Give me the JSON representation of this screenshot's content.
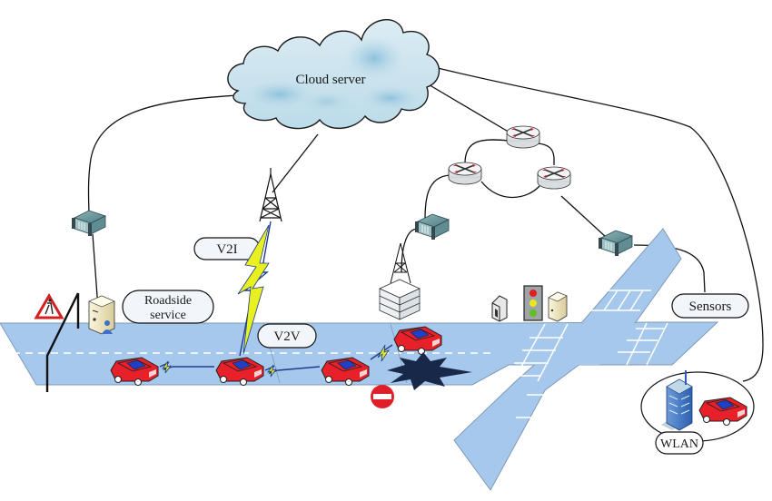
{
  "diagram": {
    "title": "Vehicular network architecture",
    "labels": {
      "cloud": "Cloud server",
      "roadside": [
        "Roadside",
        "service"
      ],
      "v2i": "V2I",
      "v2v": "V2V",
      "sensors": "Sensors",
      "wlan": "WLAN"
    },
    "nodes": [
      {
        "id": "cloud-server",
        "type": "cloud",
        "label": "Cloud server"
      },
      {
        "id": "server-left",
        "type": "rack-server"
      },
      {
        "id": "roadside-unit",
        "type": "pc-with-user",
        "label": "Roadside service"
      },
      {
        "id": "cell-tower",
        "type": "antenna-tower"
      },
      {
        "id": "router-top",
        "type": "router"
      },
      {
        "id": "router-left",
        "type": "router"
      },
      {
        "id": "router-right",
        "type": "router"
      },
      {
        "id": "server-middle",
        "type": "rack-server"
      },
      {
        "id": "server-right",
        "type": "rack-server"
      },
      {
        "id": "building-tower",
        "type": "building-with-antenna"
      },
      {
        "id": "traffic-light",
        "type": "traffic-light"
      },
      {
        "id": "camera",
        "type": "camera"
      },
      {
        "id": "roadside-pc",
        "type": "pc"
      },
      {
        "id": "wlan-zone",
        "type": "building-and-car",
        "label": "WLAN"
      },
      {
        "id": "car-1",
        "type": "car"
      },
      {
        "id": "car-2",
        "type": "car"
      },
      {
        "id": "car-3",
        "type": "car"
      },
      {
        "id": "car-4",
        "type": "car"
      },
      {
        "id": "pothole",
        "type": "hazard"
      },
      {
        "id": "no-entry-sign",
        "type": "sign"
      },
      {
        "id": "pedestrian-sign",
        "type": "sign"
      }
    ],
    "edges": [
      {
        "from": "cloud-server",
        "to": "server-left"
      },
      {
        "from": "server-left",
        "to": "roadside-unit"
      },
      {
        "from": "cloud-server",
        "to": "cell-tower"
      },
      {
        "from": "cloud-server",
        "to": "router-top"
      },
      {
        "from": "cloud-server",
        "to": "wlan-zone"
      },
      {
        "from": "router-top",
        "to": "router-left"
      },
      {
        "from": "router-top",
        "to": "router-right"
      },
      {
        "from": "router-left",
        "to": "router-right"
      },
      {
        "from": "router-left",
        "to": "server-middle"
      },
      {
        "from": "server-middle",
        "to": "building-tower"
      },
      {
        "from": "router-right",
        "to": "server-right"
      },
      {
        "from": "server-right",
        "to": "sensors"
      },
      {
        "from": "cell-tower",
        "to": "car-2",
        "kind": "wireless",
        "label": "V2I"
      },
      {
        "from": "car-1",
        "to": "car-2",
        "kind": "wireless"
      },
      {
        "from": "car-2",
        "to": "car-3",
        "kind": "wireless",
        "label": "V2V"
      },
      {
        "from": "car-3",
        "to": "car-4",
        "kind": "wireless"
      }
    ],
    "colors": {
      "road": "#a6c8ec",
      "road_edge": "#7f9ab5",
      "cloud": "#cfe6f0",
      "car_body": "#e8202a",
      "car_roof": "#1e3fc8",
      "bolt": "#e8f020",
      "pothole": "#182848",
      "label_fill": "#f2f6fa"
    }
  }
}
